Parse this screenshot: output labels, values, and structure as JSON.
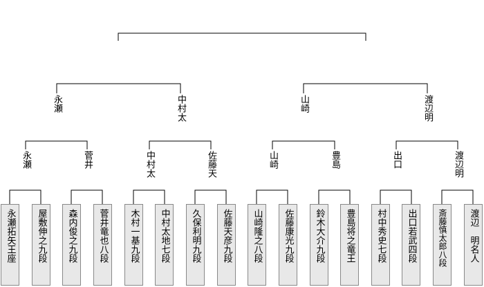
{
  "players": [
    "永瀬拓矢王座",
    "屋敷伸之九段",
    "森内俊之九段",
    "菅井竜也八段",
    "木村一基九段",
    "中村太地七段",
    "久保利明九段",
    "佐藤天彦九段",
    "山崎隆之八段",
    "佐藤康光九段",
    "鈴木大介九段",
    "豊島将之竜王",
    "村中秀史七段",
    "出口若武四段",
    "斎藤慎太郎八段",
    "渡辺　明名人"
  ],
  "round2": [
    "永瀬",
    "菅井",
    "中村太",
    "佐藤天",
    "山崎",
    "豊島",
    "出口",
    "渡辺明"
  ],
  "round3": [
    "永瀬",
    "中村太",
    "山崎",
    "渡辺明"
  ]
}
